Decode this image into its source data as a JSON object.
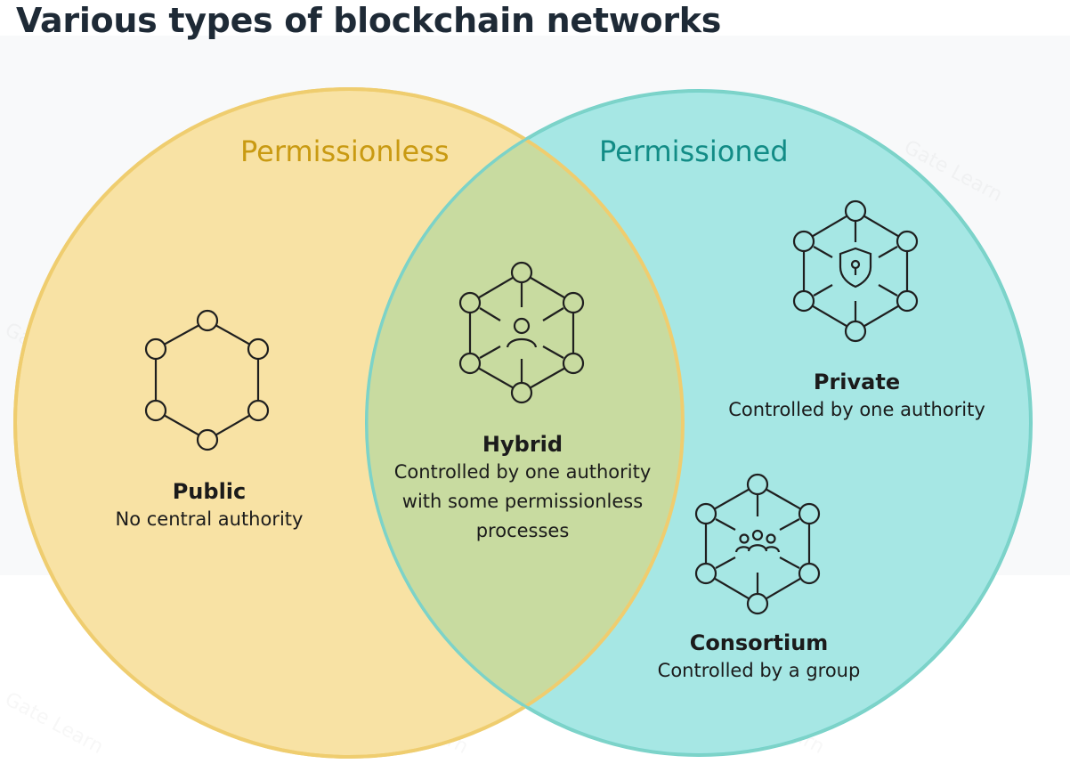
{
  "title": "Various types of blockchain networks",
  "sets": {
    "permissionless": {
      "label": "Permissionless",
      "color": "#c99a12",
      "fill": "#f8e2a4"
    },
    "permissioned": {
      "label": "Permissioned",
      "color": "#128c86",
      "fill": "#a6e7e4"
    },
    "overlap_fill": "#c8dba0"
  },
  "nodes": {
    "public": {
      "title": "Public",
      "description": "No central authority",
      "icon": "hexagon-network-icon"
    },
    "hybrid": {
      "title": "Hybrid",
      "description_lines": [
        "Controlled by one authority",
        "with some permissionless",
        "processes"
      ],
      "icon": "hexagon-network-user-icon"
    },
    "private": {
      "title": "Private",
      "description": "Controlled by one authority",
      "icon": "hexagon-network-shield-lock-icon"
    },
    "consortium": {
      "title": "Consortium",
      "description": "Controlled by a group",
      "icon": "hexagon-network-group-icon"
    }
  },
  "watermark_text": "Gate Learn"
}
